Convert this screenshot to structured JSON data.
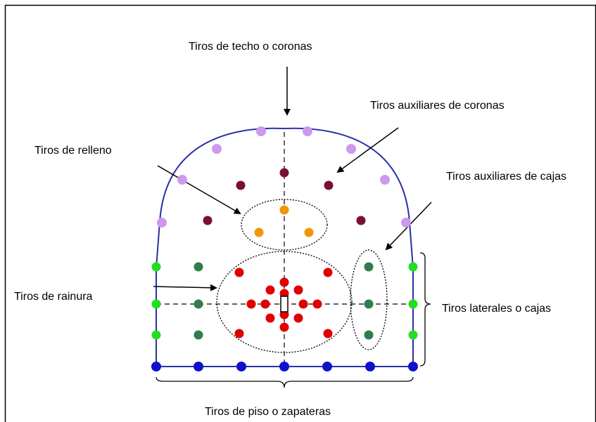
{
  "labels": {
    "roof": "Tiros de techo o coronas",
    "crown_aux": "Tiros auxiliares de coronas",
    "fill": "Tiros de relleno",
    "side_aux": "Tiros auxiliares de cajas",
    "cut": "Tiros de rainura",
    "sides": "Tiros laterales o cajas",
    "floor": "Tiros de piso o zapateras"
  },
  "colors": {
    "profile": "#2b2fa8",
    "roof_holes": "#cc99ee",
    "crown_aux_holes": "#7a1030",
    "fill_holes": "#f0960a",
    "cut_holes": "#e00000",
    "side_aux_holes": "#2e7d4a",
    "side_holes": "#22dd22",
    "floor_holes": "#1010cc",
    "guide_lines": "#000000",
    "frame": "#000000"
  }
}
